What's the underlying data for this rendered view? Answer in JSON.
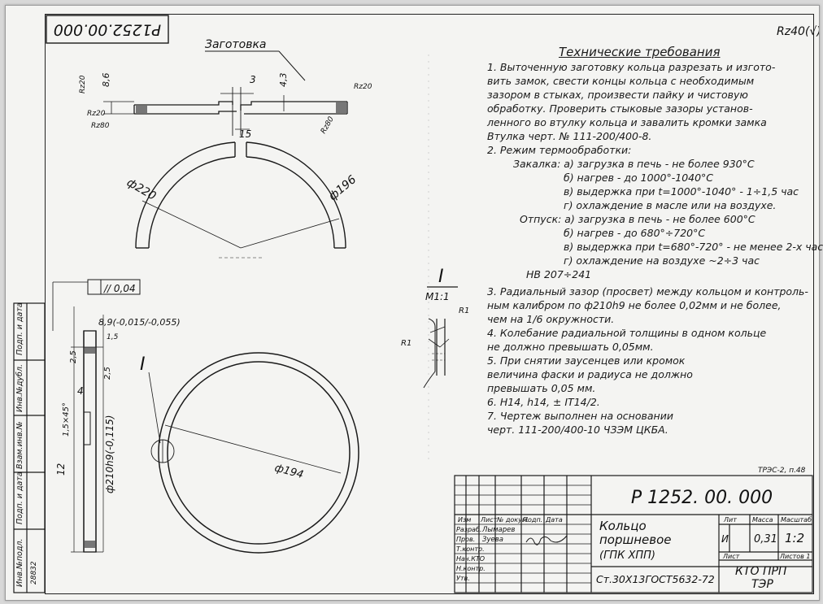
{
  "drawing_number_top": "P1252.00.000",
  "drawing_number": "P 1252. 00. 000",
  "roughness_corner": "Rz40(√)",
  "blank_label": "Заготовка",
  "dimensions": {
    "dim_3": "3",
    "dim_15": "15",
    "dim_8_6": "8,6",
    "dim_4_3": "4,3",
    "rz20_a": "Rz20",
    "rz20_b": "Rz20",
    "rz20_c": "Rz20",
    "rz80_a": "Rz80",
    "rz80_b": "Rz80",
    "d220": "ф220",
    "d196": "ф196",
    "d194": "ф194",
    "d210": "ф210h9(-0,115)",
    "parallel": "// 0,04",
    "width": "8,9(-0,015/-0,055)",
    "dim_1_5": "1,5",
    "dim_2_5": "2,5",
    "dim_2_5b": "2,5",
    "dim_4": "4",
    "dim_1_5x45": "1,5×45°",
    "dim_12": "12",
    "detail_mark": "I",
    "detail_label": "I",
    "detail_scale": "M1:1",
    "r1_a": "R1",
    "r1_b": "R1"
  },
  "requirements": {
    "title": "Технические требования",
    "lines": [
      "1. Выточенную заготовку кольца разрезать и изгото-",
      "вить замок, свести концы кольца с необходимым",
      "зазором в стыках, произвести пайку и чистовую",
      "обработку. Проверить стыковые зазоры установ-",
      "ленного во втулку кольца и завалить кромки замка",
      "Втулка черт. № 111-200/400-8.",
      "2. Режим термообработки:",
      "Закалка: а) загрузка в печь   - не более 930°С",
      "б) нагрев   - до 1000°-1040°С",
      "в) выдержка при t=1000°-1040° - 1÷1,5 час",
      "г) охлаждение в масле или на воздухе.",
      "Отпуск: а) загрузка в печь   - не более 600°С",
      "б) нагрев   - до 680°÷720°С",
      "в) выдержка при t=680°-720° - не менее 2-х час.",
      "г) охлаждение на воздухе ~2÷3 час",
      "НВ 207÷241",
      "3. Радиальный зазор (просвет) между кольцом и контроль-",
      "ным калибром по ф210h9 не более 0,02мм и не более,",
      "чем на 1/6 окружности.",
      "4. Колебание радиальной толщины в одном кольце",
      "не должно превышать 0,05мм.",
      "5. При снятии заусенцев или кромок",
      "величина фаски и радиуса не должно",
      "превышать 0,05 мм.",
      "6. Н14, h14, ± IT14/2.",
      "7. Чертеж выполнен на основании",
      "черт. 111-200/400-10 ЧЗЭМ ЦКБА."
    ]
  },
  "archive_note": "ТРЭС-2, п.48",
  "title_block": {
    "part_name_1": "Кольцо",
    "part_name_2": "поршневое",
    "part_name_3": "(ГПК ХПП)",
    "material": "Ст.30Х13ГОСТ5632-72",
    "col_lit": "Лит",
    "col_mass": "Масса",
    "col_scale": "Масштаб",
    "lit_value": "И",
    "mass_value": "0,31",
    "scale_value": "1:2",
    "sheet_label": "Лист",
    "sheets_label": "Листов 1",
    "org_1": "КТО ПРП",
    "org_2": "ТЭР",
    "row_labels": [
      "Изм",
      "Лист",
      "№ докум.",
      "Подп.",
      "Дата"
    ],
    "roles": [
      "Разраб.",
      "Пров.",
      "Т.контр.",
      "Нач.КТО",
      "Н.контр.",
      "Утв."
    ],
    "signers": [
      "Лымарев",
      "Зуева"
    ]
  },
  "side_strip": [
    "Инв.№подл.",
    "Подп. и дата",
    "Взам.инв.№",
    "Инв.№дубл.",
    "Подп. и дата"
  ],
  "side_strip_number": "28832"
}
